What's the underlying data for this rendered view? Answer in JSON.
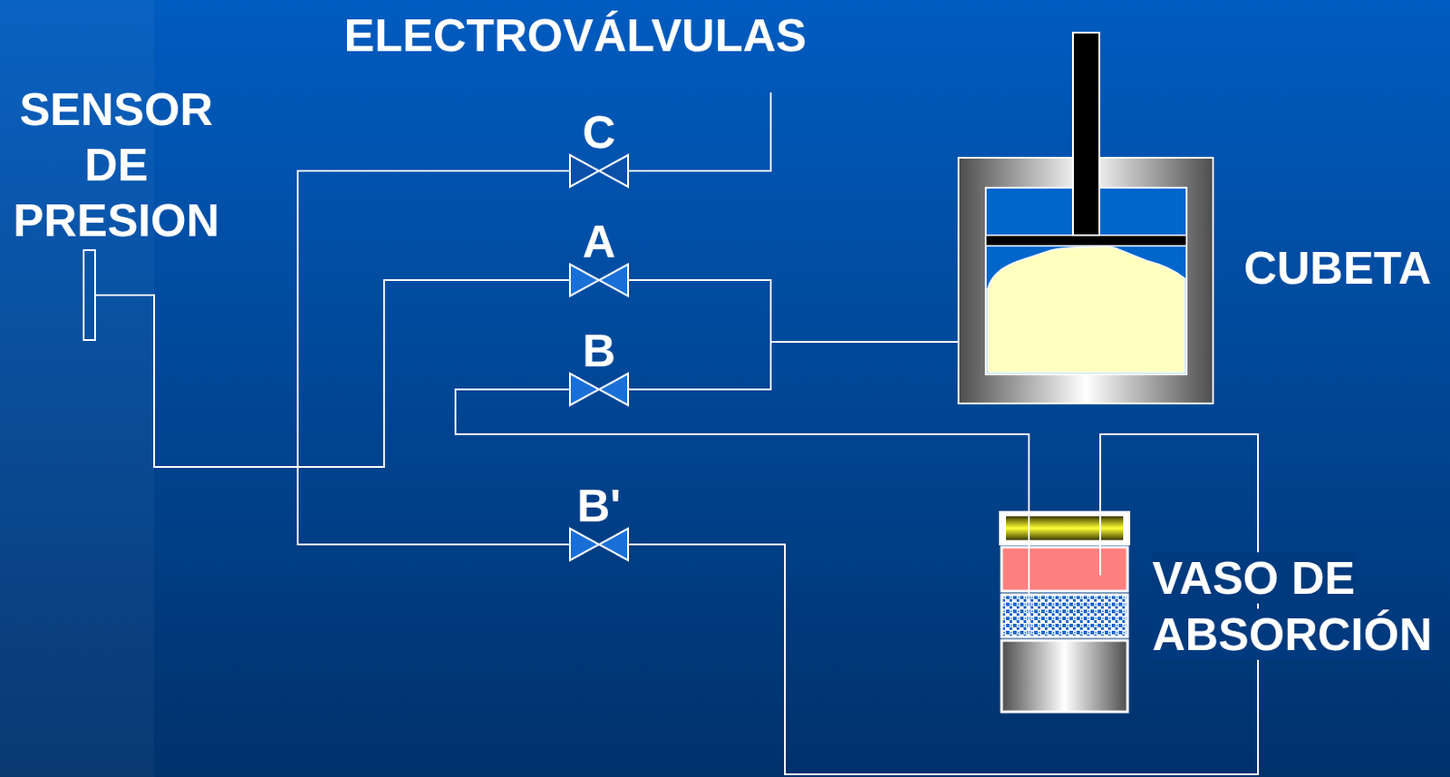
{
  "diagram": {
    "title": "ELECTROVÁLVULAS",
    "nodes": [
      {
        "text": [
          "SENSOR DE PRESION"
        ]
      },
      {
        "text": [
          "C"
        ]
      },
      {
        "text": [
          "A"
        ]
      },
      {
        "text": [
          "CUBETA"
        ]
      },
      {
        "text": [
          "B"
        ]
      },
      {
        "text": [
          "B'"
        ]
      },
      {
        "text": [
          "VASO DE ABSORCIÓN"
        ]
      }
    ],
    "edges": [
      {
        "from": 0,
        "to": 2,
        "arrow": "none"
      },
      {
        "from": 1,
        "to": 5,
        "arrow": "none"
      },
      {
        "from": 2,
        "to": 3,
        "arrow": "none"
      },
      {
        "from": 4,
        "to": 3,
        "arrow": "none"
      },
      {
        "from": 4,
        "to": 6,
        "arrow": "none"
      },
      {
        "from": 5,
        "to": 6,
        "arrow": "none"
      }
    ]
  }
}
